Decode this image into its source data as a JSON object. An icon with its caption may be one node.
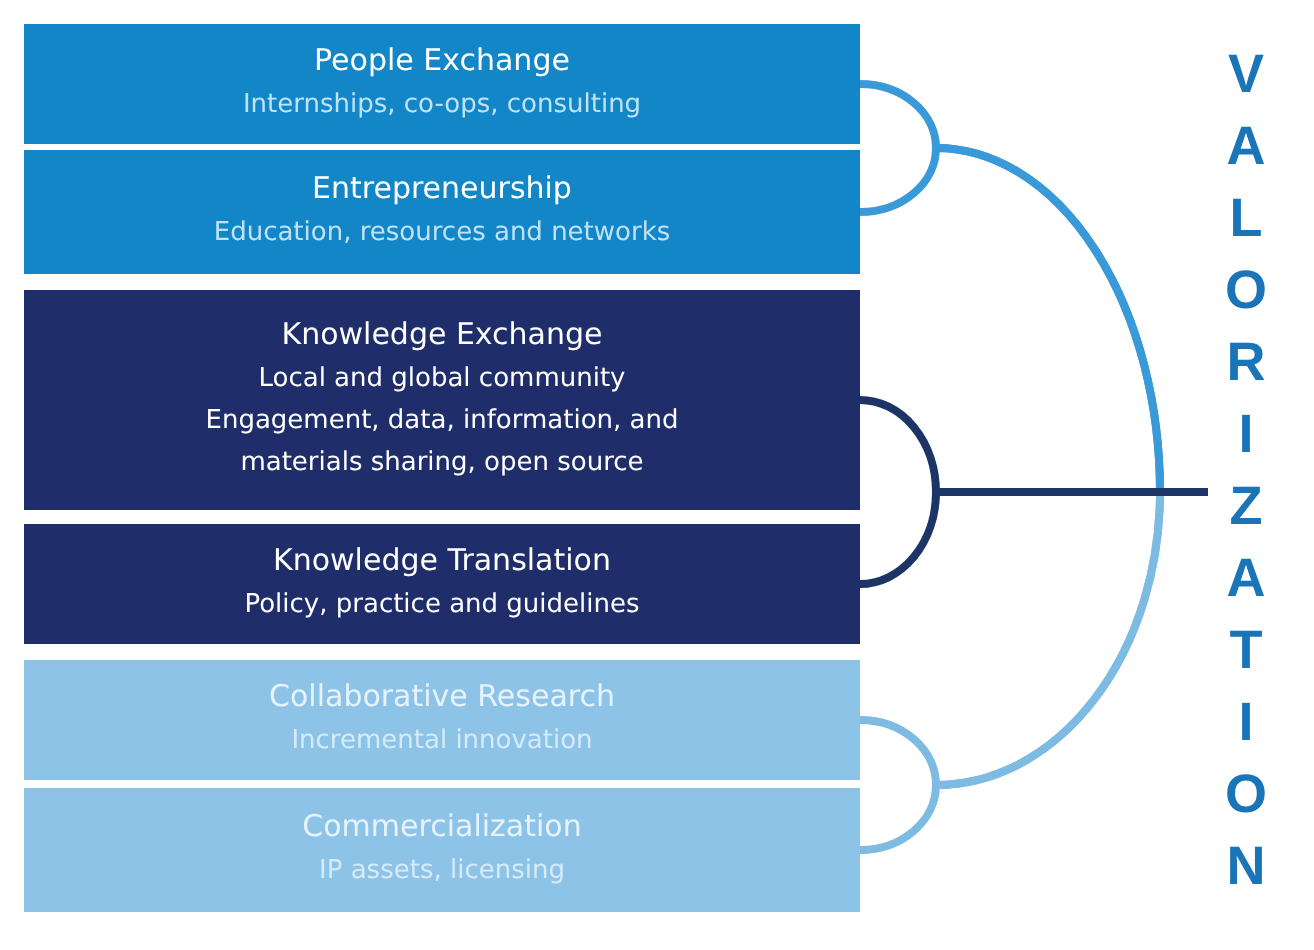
{
  "diagram": {
    "nodes": [
      {
        "text": [
          "People Exchange",
          "Internships, co-ops, consulting"
        ]
      },
      {
        "text": [
          "Entrepreneurship",
          "Education, resources and networks"
        ]
      },
      {
        "text": [
          "Knowledge Exchange",
          "Local and global community Engagement, data, information, and materials sharing, open source"
        ]
      },
      {
        "text": [
          "Knowledge Translation",
          "Policy, practice and guidelines"
        ]
      },
      {
        "text": [
          "Collaborative Research",
          "Incremental innovation"
        ]
      },
      {
        "text": [
          "Commercialization",
          "IP assets, licensing"
        ]
      },
      {
        "text": [
          "VALORIZATION"
        ]
      }
    ],
    "edges": [
      {
        "from": 0,
        "to": 6,
        "arrow": "none",
        "color": "#3a9ad9"
      },
      {
        "from": 1,
        "to": 6,
        "arrow": "none",
        "color": "#3a9ad9"
      },
      {
        "from": 2,
        "to": 6,
        "arrow": "none",
        "color": "#1d3566"
      },
      {
        "from": 3,
        "to": 6,
        "arrow": "none",
        "color": "#1d3566"
      },
      {
        "from": 4,
        "to": 6,
        "arrow": "none",
        "color": "#7dbbe3"
      },
      {
        "from": 5,
        "to": 6,
        "arrow": "none",
        "color": "#7dbbe3"
      }
    ]
  }
}
